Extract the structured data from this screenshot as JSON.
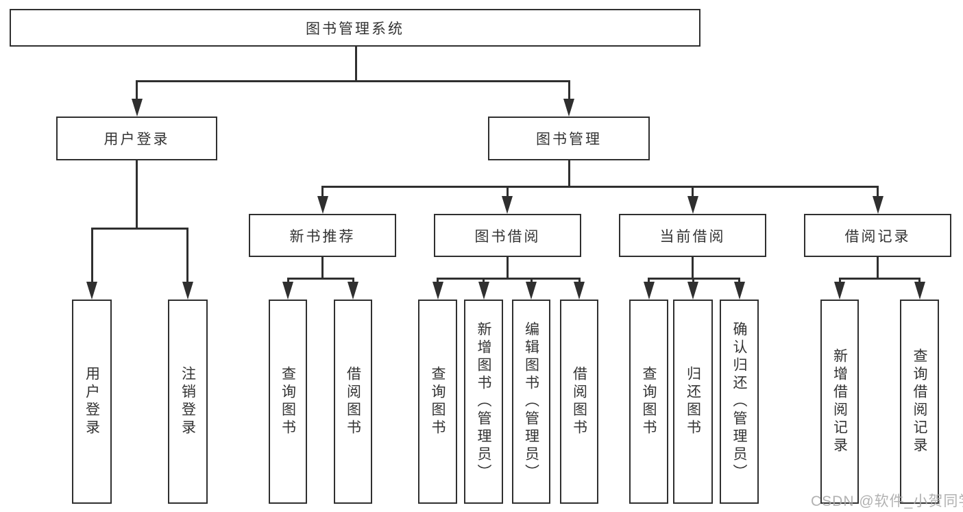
{
  "tree": {
    "root": "图书管理系统",
    "level2": [
      "用户登录",
      "图书管理"
    ],
    "level3": [
      "新书推荐",
      "图书借阅",
      "当前借阅",
      "借阅记录"
    ],
    "user_login_children": [
      "用户登录",
      "注销登录"
    ],
    "new_book_children": [
      "查询图书",
      "借阅图书"
    ],
    "book_borrow_children": [
      "查询图书",
      "新增图书（管理员）",
      "编辑图书（管理员）",
      "借阅图书"
    ],
    "current_borrow_children": [
      "查询图书",
      "归还图书",
      "确认归还（管理员）"
    ],
    "borrow_record_children": [
      "新增借阅记录",
      "查询借阅记录"
    ]
  },
  "watermark": "CSDN @软件_小贺同学",
  "colors": {
    "line": "#2f2f2f",
    "text": "#333333",
    "box_fill": "#ffffff",
    "background": "#ffffff",
    "watermark": "#a9a9a9"
  }
}
